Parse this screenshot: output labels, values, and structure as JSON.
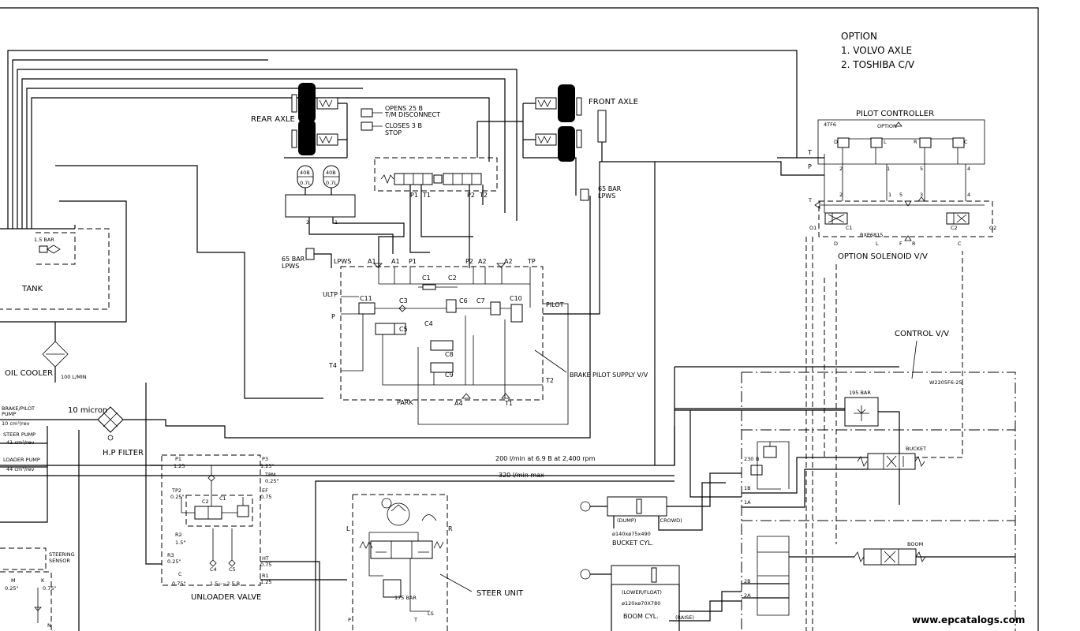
{
  "option": {
    "title": "OPTION",
    "items": [
      "1. VOLVO AXLE",
      "2. TOSHIBA C/V"
    ]
  },
  "labels": {
    "rear_axle": "REAR AXLE",
    "front_axle": "FRONT AXLE",
    "opens": "OPENS 25 B",
    "tm_disconnect": "T/M DISCONNECT",
    "closes": "CLOSES 3 B",
    "stop": "STOP",
    "acc1_a": "40B",
    "acc1_b": "0.7L",
    "acc2_a": "40B",
    "acc2_b": "0.7L",
    "p1": "P1",
    "t1": "T1",
    "p2": "P2",
    "t2": "T2",
    "lpws1_a": "65 BAR",
    "lpws1_b": "LPWS",
    "lpws2_a": "65 BAR",
    "lpws2_b": "LPWS",
    "lpws_port": "LPWS",
    "a1a": "A1",
    "a1b": "A1",
    "p1b": "P1",
    "p2b": "P2",
    "a2a": "A2",
    "a2b": "A2",
    "tp": "TP",
    "ultp": "ULTP",
    "p_port": "P",
    "t4": "T4",
    "t2b": "T2",
    "park": "PARK",
    "a4": "A4",
    "t1b": "T1",
    "pilot": "PILOT",
    "c1": "C1",
    "c2": "C2",
    "c3": "C3",
    "c4": "C4",
    "c5": "C5",
    "c6": "C6",
    "c7": "C7",
    "c8": "C8",
    "c9": "C9",
    "c10": "C10",
    "c11": "C11",
    "brake_pilot_supply": "BRAKE PILOT SUPPLY V/V",
    "tank": "TANK",
    "bar_15": "1.5 BAR",
    "oil_cooler": "OIL COOLER",
    "flow_100": "100 L/MIN",
    "brake_pump_a": "BRAKE/PILOT",
    "brake_pump_b": "PUMP",
    "brake_pump_c": "10 cm³/rev",
    "steer_pump_a": "STEER PUMP",
    "steer_pump_b": "41 cm³/rev",
    "loader_pump_a": "LOADER PUMP",
    "loader_pump_b": "44 cm³/rev",
    "micron": "10 micron",
    "hp_filter": "H.P FILTER",
    "flow_200": "200 l/min  at 6.9 B at 2,400 rpm",
    "flow_320": "320  l/min  max",
    "ul_p1": "P1",
    "ul_125a": "1.25",
    "ul_p3": "P3",
    "ul_125b": "1.25\"",
    "ul_tpm": "TPM",
    "ul_025a": "0.25\"",
    "ul_tp2": "TP2",
    "ul_025b": "0.25\"",
    "ul_ef": "EF",
    "ul_075a": "0.75",
    "ul_c1": "C1",
    "ul_c2": "C2",
    "ul_r2": "R2",
    "ul_15": "1.5\"",
    "ul_r3": "R3",
    "ul_025c": "0.25\"",
    "ul_c4": "C4",
    "ul_c5": "C5",
    "ul_ht": "HT",
    "ul_075b": "0.75",
    "ul_c": "C",
    "ul_075c": "0.75\"",
    "ul_range": "1.5~~2.5 B",
    "ul_r1": "R1",
    "ul_125c": "1.25",
    "unloader_valve": "UNLOADER VALVE",
    "steer_unit": "STEER UNIT",
    "su_l": "L",
    "su_r": "R",
    "su_175": "175 BAR",
    "su_ls": "LS",
    "su_p": "P",
    "su_t": "T",
    "m": "M",
    "k": "K",
    "m_025": "0.25\"",
    "k_075": "0.75\"",
    "n": "N",
    "steering_sensor_a": "STEERING",
    "steering_sensor_b": "SENSOR",
    "pilot_controller": "PILOT CONTROLLER",
    "part_4tf6": "4TF6",
    "pc_option": "OPTION",
    "pc_d": "D",
    "pc_l": "L",
    "pc_r": "R",
    "pc_c": "C",
    "pc_t": "T",
    "pc_p": "P",
    "pc_2": "2",
    "pc_1": "1",
    "pc_5": "5",
    "pc_4": "4",
    "os_t": "T",
    "os_2": "2",
    "os_1": "1",
    "os_5": "5",
    "os_3": "3",
    "os_4": "4",
    "os_o1": "O1",
    "os_c1": "C1",
    "os_c2": "C2",
    "os_o2": "O2",
    "os_part": "BXP6815",
    "os_d": "D",
    "os_l": "L",
    "os_f": "F",
    "os_r": "R",
    "os_c": "C",
    "option_solenoid": "OPTION SOLENOID V/V",
    "control_vv": "CONTROL V/V",
    "control_part": "W2205F6-25",
    "relief_195": "195 BAR",
    "relief_230": "230",
    "bucket": "BUCKET",
    "boom": "BOOM",
    "port_b": "B",
    "port_1b": "1B",
    "port_1a": "1A",
    "port_2b": "2B",
    "port_2a": "2A",
    "dump": "(DUMP)",
    "crowd": "(CROWD)",
    "bucket_size": "ø140xø75x490",
    "bucket_cyl": "BUCKET CYL.",
    "lower_float": "(LOWER/FLOAT)",
    "boom_size": "ø120xø70X780",
    "boom_cyl": "BOOM CYL.",
    "raise": "(RAISE)",
    "watermark": "www.epcatalogs.com"
  }
}
